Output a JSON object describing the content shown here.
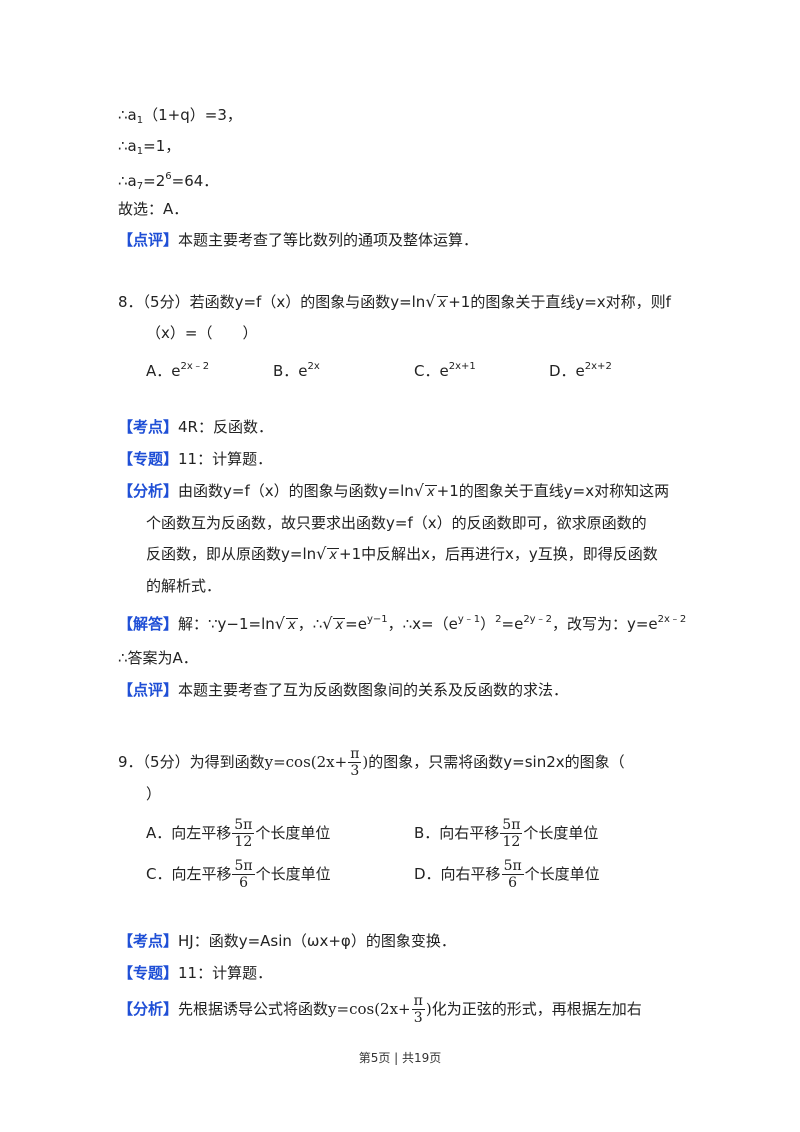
{
  "top": {
    "l1_a": "∴a",
    "l1_sub": "1",
    "l1_b": "（1+q）=3，",
    "l2_a": "∴a",
    "l2_sub": "1",
    "l2_b": "=1，",
    "l3_a": "∴a",
    "l3_sub": "7",
    "l3_b": "=2",
    "l3_sup": "6",
    "l3_c": "=64．",
    "l4": "故选：A．",
    "review_tag": "【点评】",
    "review_text": "本题主要考查了等比数列的通项及整体运算．"
  },
  "q8": {
    "stem_a": "8．（5分）若函数y=f（x）的图象与函数y=ln",
    "stem_rad": "x",
    "stem_b": "+1的图象关于直线y=x对称，则f",
    "stem_2": "（x）=（　　）",
    "opt_a": "A．e",
    "opt_a_sup": "2x﹣2",
    "opt_b": "B．e",
    "opt_b_sup": "2x",
    "opt_c": "C．e",
    "opt_c_sup": "2x+1",
    "opt_d": "D．e",
    "opt_d_sup": "2x+2",
    "kd_tag": "【考点】",
    "kd_text": "4R：反函数．",
    "zt_tag": "【专题】",
    "zt_text": "11：计算题．",
    "fx_tag": "【分析】",
    "fx_1a": "由函数y=f（x）的图象与函数y=ln",
    "fx_1rad": "x",
    "fx_1b": "+1的图象关于直线y=x对称知这两",
    "fx_2": "个函数互为反函数，故只要求出函数y=f（x）的反函数即可，欲求原函数的",
    "fx_3a": "反函数，即从原函数y=ln",
    "fx_3rad": "x",
    "fx_3b": "+1中反解出x，后再进行x，y互换，即得反函数",
    "fx_4": "的解析式．",
    "jd_tag": "【解答】",
    "jd_a": "解：∵y−1=ln",
    "jd_rad1": "x",
    "jd_b": "，∴",
    "jd_rad2": "x",
    "jd_c": "=e",
    "jd_sup1": "y−1",
    "jd_d": "，∴x=（e",
    "jd_sup2": "y﹣1",
    "jd_e": "）",
    "jd_sup3": "2",
    "jd_f": "=e",
    "jd_sup4": "2y﹣2",
    "jd_g": "，改写为：y=e",
    "jd_sup5": "2x﹣2",
    "answer": "∴答案为A．",
    "dp_tag": "【点评】",
    "dp_text": "本题主要考查了互为反函数图象间的关系及反函数的求法．"
  },
  "q9": {
    "stem_a": "9．（5分）为得到函数",
    "stem_fn": "y=cos(2x+",
    "stem_num": "π",
    "stem_den": "3",
    "stem_close": ")",
    "stem_b": "的图象，只需将函数y=sin2x的图象（",
    "stem_2": "）",
    "opt_a": "A．向左平移",
    "opt_a_num": "5π",
    "opt_a_den": "12",
    "opt_a_tail": "个长度单位",
    "opt_b": "B．向右平移",
    "opt_b_num": "5π",
    "opt_b_den": "12",
    "opt_b_tail": "个长度单位",
    "opt_c": "C．向左平移",
    "opt_c_num": "5π",
    "opt_c_den": "6",
    "opt_c_tail": "个长度单位",
    "opt_d": "D．向右平移",
    "opt_d_num": "5π",
    "opt_d_den": "6",
    "opt_d_tail": "个长度单位",
    "kd_tag": "【考点】",
    "kd_text": "HJ：函数y=Asin（ωx+φ）的图象变换．",
    "zt_tag": "【专题】",
    "zt_text": "11：计算题．",
    "fx_tag": "【分析】",
    "fx_a": "先根据诱导公式将函数",
    "fx_fn": "y=cos(2x+",
    "fx_num": "π",
    "fx_den": "3",
    "fx_close": ")",
    "fx_b": "化为正弦的形式，再根据左加右"
  },
  "footer": {
    "text": "第5页 | 共19页"
  },
  "colors": {
    "tag": "#1f4fd6"
  }
}
